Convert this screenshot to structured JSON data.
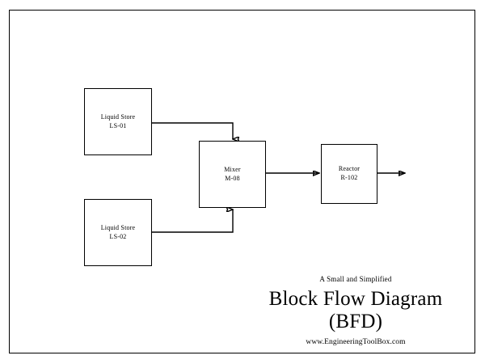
{
  "diagram": {
    "type": "block-flow-diagram",
    "nodes": [
      {
        "id": "ls01",
        "line1": "Liquid Store",
        "line2": "LS-01"
      },
      {
        "id": "ls02",
        "line1": "Liquid Store",
        "line2": "LS-02"
      },
      {
        "id": "mixer",
        "line1": "Mixer",
        "line2": "M-08"
      },
      {
        "id": "reactor",
        "line1": "Reactor",
        "line2": "R-102"
      }
    ],
    "connections": [
      {
        "from": "ls01",
        "to": "mixer",
        "style": "right-then-down",
        "arrowhead": "down"
      },
      {
        "from": "ls02",
        "to": "mixer",
        "style": "right-then-up",
        "arrowhead": "up"
      },
      {
        "from": "mixer",
        "to": "reactor",
        "style": "horizontal",
        "arrowhead": "right"
      },
      {
        "from": "reactor",
        "to": "product-outlet",
        "style": "horizontal",
        "arrowhead": "right"
      }
    ],
    "colors": {
      "stroke": "#000000",
      "fill": "#ffffff",
      "text": "#000000"
    }
  },
  "titleblock": {
    "subtitle": "A Small and Simplified",
    "title": "Block Flow Diagram",
    "abbreviation": "(BFD)",
    "credit": "www.EngineeringToolBox.com"
  }
}
